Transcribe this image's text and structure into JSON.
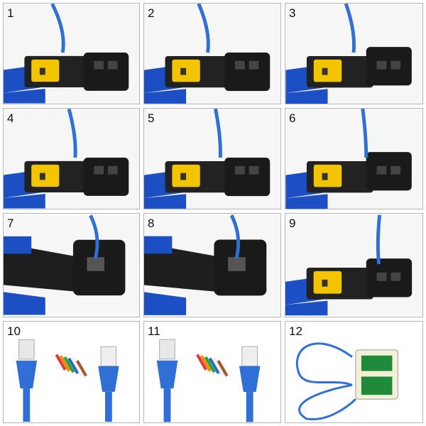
{
  "panels": [
    {
      "number": "1",
      "scene": "tool"
    },
    {
      "number": "2",
      "scene": "tool"
    },
    {
      "number": "3",
      "scene": "tool"
    },
    {
      "number": "4",
      "scene": "tool"
    },
    {
      "number": "5",
      "scene": "tool"
    },
    {
      "number": "6",
      "scene": "tool"
    },
    {
      "number": "7",
      "scene": "tool-close"
    },
    {
      "number": "8",
      "scene": "tool-close"
    },
    {
      "number": "9",
      "scene": "tool"
    },
    {
      "number": "10",
      "scene": "connector"
    },
    {
      "number": "11",
      "scene": "connector"
    },
    {
      "number": "12",
      "scene": "tester"
    }
  ],
  "colors": {
    "cable": "#2f6fd6",
    "handle": "#1d4fc4",
    "tool_body": "#1a1a1a",
    "insert": "#f2c500",
    "border": "#b5b5b5"
  }
}
